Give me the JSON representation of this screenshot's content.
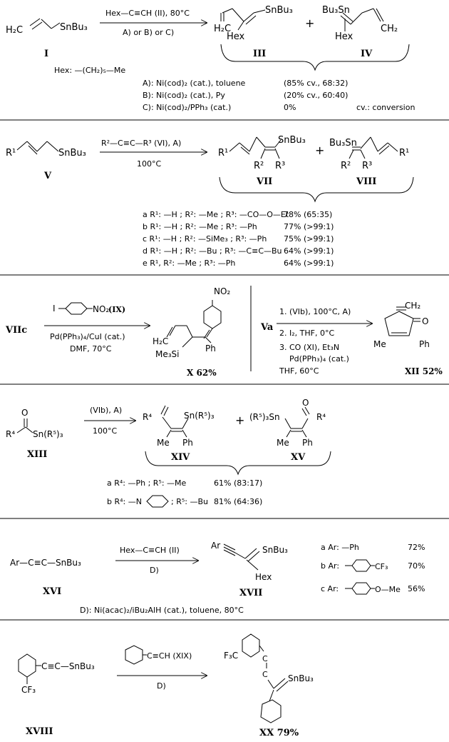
{
  "scheme1": {
    "reactant": "SnBu₃",
    "reactant_h2c": "H₂C",
    "label_reactant": "I",
    "reagent": "Hex—C≡CH (II), 80°C",
    "conditions": "A) or B) or C)",
    "product_a_sn": "SnBu₃",
    "product_a_h2c": "H₂C",
    "product_a_hex": "Hex",
    "label_product_a": "III",
    "plus": "+",
    "product_b_sn": "Bu₃Sn",
    "product_b_ch2": "CH₂",
    "product_b_hex": "Hex",
    "label_product_b": "IV",
    "hex_def": "Hex: —(CH₂)₅—Me",
    "conditions_list": [
      {
        "cond": "A): Ni(cod)₂ (cat.), toluene",
        "result": "(85% cv., 68:32)"
      },
      {
        "cond": "B): Ni(cod)₂ (cat.), Py",
        "result": "(20% cv., 60:40)"
      },
      {
        "cond": "C): Ni(cod)₂/PPh₃ (cat.)",
        "result": "0%"
      }
    ],
    "cv_note": "cv.: conversion"
  },
  "scheme2": {
    "reactant_r1": "R¹",
    "reactant_sn": "SnBu₃",
    "label_reactant": "V",
    "reagent": "R²—C≡C—R³ (VI), A)",
    "temp": "100°C",
    "p1_r1": "R¹",
    "p1_sn": "SnBu₃",
    "p1_r2": "R²",
    "p1_r3": "R³",
    "label_p1": "VII",
    "plus": "+",
    "p2_sn": "Bu₃Sn",
    "p2_r1": "R¹",
    "p2_r2": "R²",
    "p2_r3": "R³",
    "label_p2": "VIII",
    "entries": [
      {
        "sub": "a R¹: —H ; R²: —Me ; R³: —CO—O—Et",
        "yield": "78% (65:35)"
      },
      {
        "sub": "b R¹: —H ; R²: —Me ; R³: —Ph",
        "yield": "77% (>99:1)"
      },
      {
        "sub": "c R¹: —H ; R²: —SiMe₃ ; R³: —Ph",
        "yield": "75% (>99:1)"
      },
      {
        "sub": "d R¹: —H ; R²: —Bu ; R³: —C≡C—Bu",
        "yield": "64% (>99:1)"
      },
      {
        "sub": "e R¹, R²: —Me ; R³: —Ph",
        "yield": "64% (>99:1)"
      }
    ]
  },
  "scheme3": {
    "start_left": "VIIc",
    "reagent_i": "I",
    "reagent_no2": "NO₂",
    "reagent_label": "(IX)",
    "catalyst": "Pd(PPh₃)₄/CuI (cat.)",
    "solvent": "DMF, 70°C",
    "prod_no2": "NO₂",
    "prod_h2c": "H₂C",
    "prod_me3si": "Me₃Si",
    "prod_ph": "Ph",
    "prod_label": "X 62%",
    "start_right": "Va",
    "step1": "1. (VIb), 100°C, A)",
    "step2": "2. I₂, THF, 0°C",
    "step3a": "3. CO (XI), Et₃N",
    "step3b": "Pd(PPh₃)₄ (cat.)",
    "step3c": "THF, 60°C",
    "prod2_ch2": "CH₂",
    "prod2_o": "O",
    "prod2_me": "Me",
    "prod2_ph": "Ph",
    "prod2_label": "XII 52%"
  },
  "scheme4": {
    "r_o": "O",
    "r_r4": "R⁴",
    "r_sn": "Sn(R⁵)₃",
    "label_reactant": "XIII",
    "reagent": "(VIb), A)",
    "temp": "100°C",
    "p1_r4": "R⁴",
    "p1_sn": "Sn(R⁵)₃",
    "p1_me": "Me",
    "p1_ph": "Ph",
    "label_p1": "XIV",
    "plus": "+",
    "p2_sn": "(R⁵)₃Sn",
    "p2_o": "O",
    "p2_r4": "R⁴",
    "p2_me": "Me",
    "p2_ph": "Ph",
    "label_p2": "XV",
    "entry_a": "a R⁴: —Ph ; R⁵: —Me",
    "yield_a": "61% (83:17)",
    "entry_b_prefix": "b R⁴: —N",
    "entry_b_suffix": "; R⁵: —Bu",
    "yield_b": "81% (64:36)"
  },
  "scheme5": {
    "reactant": "Ar—C≡C—SnBu₃",
    "label_reactant": "XVI",
    "reagent": "Hex—C≡CH (II)",
    "cond": "D)",
    "p_ar": "Ar",
    "p_sn": "SnBu₃",
    "p_hex": "Hex",
    "label_p": "XVII",
    "ar_list": [
      {
        "ar": "a Ar: —Ph",
        "yield": "72%"
      },
      {
        "ar": "b Ar:",
        "sub": "CF₃",
        "yield": "70%"
      },
      {
        "ar": "c Ar:",
        "sub": "O—Me",
        "yield": "56%"
      }
    ],
    "cond_def": "D): Ni(acac)₂/iBu₂AlH (cat.), toluene, 80°C"
  },
  "scheme6": {
    "r_sn": "C≡C—SnBu₃",
    "r_cf3": "CF₃",
    "label_reactant": "XVIII",
    "reagent": "C≡CH (XIX)",
    "cond": "D)",
    "p_cf3": "F₃C",
    "p_c1": "C",
    "p_c2": "C",
    "p_sn": "SnBu₃",
    "label_p": "XX 79%"
  },
  "annotations": {
    "yield_x": "X 62%"
  }
}
